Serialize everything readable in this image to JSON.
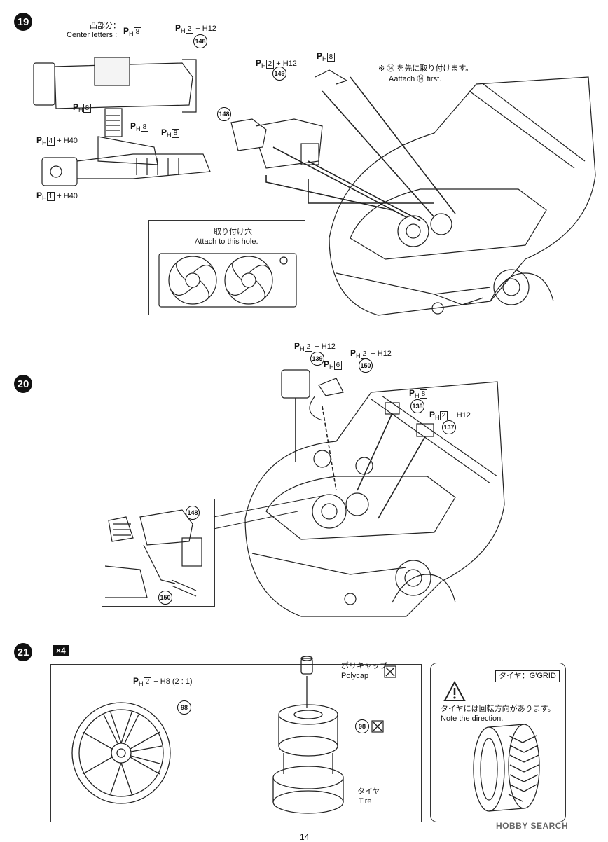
{
  "steps": {
    "s19": "19",
    "s20": "20",
    "s21": "21"
  },
  "step19": {
    "center_jp": "凸部分：",
    "center_en": "Center letters :",
    "attach_first_jp": "※ ⑭ を先に取り付けます。",
    "attach_first_en": "Aattach ⑭ first.",
    "hole_jp": "取り付け穴",
    "hole_en": "Attach to this hole.",
    "parts": {
      "p1": {
        "prefix": "P",
        "sub": "H",
        "box": "8",
        "extra": ""
      },
      "p2": {
        "prefix": "P",
        "sub": "H",
        "box": "2",
        "extra": "+ H12"
      },
      "p3": {
        "prefix": "P",
        "sub": "H",
        "box": "8",
        "extra": ""
      },
      "p4": {
        "prefix": "P",
        "sub": "H",
        "box": "8",
        "extra": ""
      },
      "p5": {
        "prefix": "P",
        "sub": "H",
        "box": "8",
        "extra": ""
      },
      "p6": {
        "prefix": "P",
        "sub": "H",
        "box": "4",
        "extra": "+ H40"
      },
      "p7": {
        "prefix": "P",
        "sub": "H",
        "box": "1",
        "extra": "+ H40"
      },
      "p8": {
        "prefix": "P",
        "sub": "H",
        "box": "2",
        "extra": "+ H12"
      },
      "p9": {
        "prefix": "P",
        "sub": "H",
        "box": "8",
        "extra": ""
      }
    },
    "nums": {
      "n148a": "148",
      "n149": "149",
      "n148b": "148"
    }
  },
  "step20": {
    "parts": {
      "p1": {
        "prefix": "P",
        "sub": "H",
        "box": "2",
        "extra": "+ H12"
      },
      "p2": {
        "prefix": "P",
        "sub": "H",
        "box": "2",
        "extra": "+ H12"
      },
      "p3": {
        "prefix": "P",
        "sub": "H",
        "box": "6",
        "extra": ""
      },
      "p4": {
        "prefix": "P",
        "sub": "H",
        "box": "8",
        "extra": ""
      },
      "p5": {
        "prefix": "P",
        "sub": "H",
        "box": "2",
        "extra": "+ H12"
      }
    },
    "nums": {
      "n139": "139",
      "n150": "150",
      "n138": "138",
      "n137": "137",
      "n148": "148",
      "n150b": "150"
    }
  },
  "step21": {
    "multiplier": "×4",
    "wheel_part": {
      "prefix": "P",
      "sub": "H",
      "box": "2",
      "extra": "+ H8 (2 : 1)"
    },
    "wheel_num": "98",
    "polycap_jp": "ポリキャップ",
    "polycap_en": "Polycap",
    "rim_num": "98",
    "tire_jp": "タイヤ",
    "tire_en": "Tire",
    "tire_label": "タイヤ：G'GRID",
    "direction_jp": "タイヤには回転方向があります。",
    "direction_en": "Note the direction."
  },
  "footer": {
    "watermark": "HOBBY SEARCH",
    "page": "14"
  }
}
